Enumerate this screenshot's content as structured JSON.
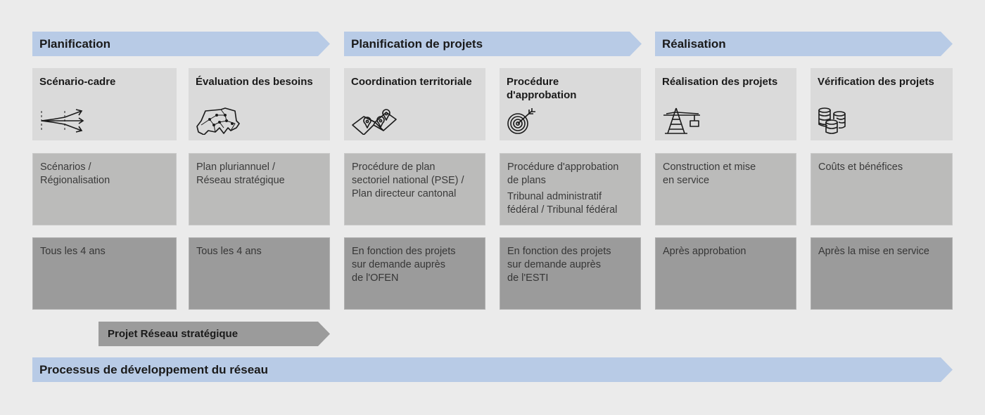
{
  "phases": [
    {
      "label": "Planification"
    },
    {
      "label": "Planification de projets"
    },
    {
      "label": "Réalisation"
    }
  ],
  "steps": [
    {
      "title": "Scénario-cadre",
      "icon": "scenario-arrows-icon",
      "description": [
        "Scénarios /",
        "Régionalisation"
      ],
      "frequency": [
        "Tous les 4 ans"
      ]
    },
    {
      "title": "Évaluation des besoins",
      "icon": "network-map-icon",
      "description": [
        "Plan pluriannuel /",
        "Réseau stratégique"
      ],
      "frequency": [
        "Tous les 4 ans"
      ]
    },
    {
      "title": "Coordination territoriale",
      "icon": "map-pins-icon",
      "description": [
        "Procédure de plan",
        "sectoriel national (PSE) /",
        "Plan directeur cantonal"
      ],
      "frequency": [
        "En fonction des projets",
        "sur demande auprès",
        "de l'OFEN"
      ]
    },
    {
      "title_lines": [
        "Procédure",
        "d'approbation"
      ],
      "icon": "target-icon",
      "description": [
        "Procédure d'approbation",
        "de plans"
      ],
      "description2": [
        "Tribunal administratif",
        "fédéral / Tribunal fédéral"
      ],
      "frequency": [
        "En fonction des projets",
        "sur demande auprès",
        "de l'ESTI"
      ]
    },
    {
      "title": "Réalisation des projets",
      "icon": "pylon-icon",
      "description": [
        "Construction et mise",
        "en service"
      ],
      "frequency": [
        "Après approbation"
      ]
    },
    {
      "title": "Vérification des projets",
      "icon": "coins-icon",
      "description": [
        "Coûts et bénéfices"
      ],
      "frequency": [
        "Après la mise en service"
      ]
    }
  ],
  "sub_process": {
    "label": "Projet Réseau stratégique"
  },
  "overall_process": {
    "label": "Processus de développement du réseau"
  },
  "colors": {
    "background": "#ebebeb",
    "phase_banner": "#b8cbe6",
    "row_title": "#dadada",
    "row_description": "#bbbbba",
    "row_frequency": "#9b9b9b",
    "sub_process": "#9b9b9b"
  }
}
